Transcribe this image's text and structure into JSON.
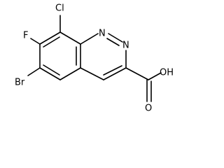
{
  "molecule": {
    "atoms": {
      "cl": "Cl",
      "f": "F",
      "br": "Br",
      "n1": "N",
      "n2": "N",
      "oh": "OH",
      "o": "O"
    }
  }
}
